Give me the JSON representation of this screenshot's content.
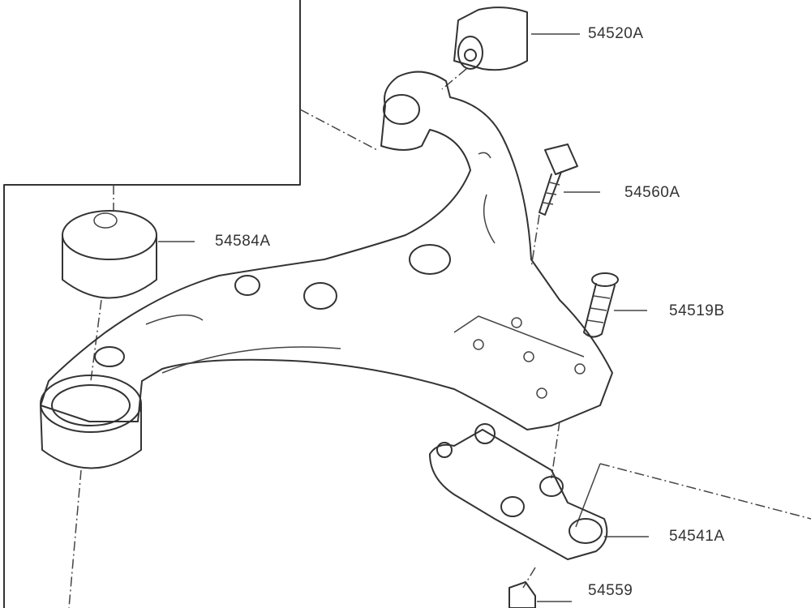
{
  "diagram": {
    "labels": [
      {
        "id": "bushing-upper",
        "text": "54520A"
      },
      {
        "id": "bolt-upper",
        "text": "54560A"
      },
      {
        "id": "bushing-front",
        "text": "54584A"
      },
      {
        "id": "stud",
        "text": "54519B"
      },
      {
        "id": "ball-joint",
        "text": "54541A"
      },
      {
        "id": "nut",
        "text": "54559"
      }
    ]
  }
}
